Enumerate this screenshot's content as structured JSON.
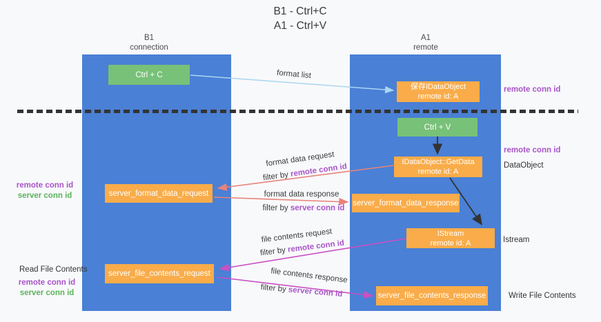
{
  "title": {
    "line1": "B1 - Ctrl+C",
    "line2": "A1 - Ctrl+V"
  },
  "lanes": {
    "left": {
      "title": "B1",
      "subtitle": "connection"
    },
    "right": {
      "title": "A1",
      "subtitle": "remote"
    }
  },
  "nodes": {
    "ctrl_c": {
      "label": "Ctrl + C"
    },
    "ctrl_v": {
      "label": "Ctrl + V"
    },
    "save_idataobject": {
      "line1": "保存IDataObject",
      "line2": "remote id: A"
    },
    "idataobject_getdata": {
      "line1": "IDataObject::GetData",
      "line2": "remote id: A"
    },
    "istream": {
      "line1": "IStream",
      "line2": "remote id: A"
    },
    "server_format_data_request": {
      "label": "server_format_data_request"
    },
    "server_format_data_response": {
      "label": "server_format_data_response"
    },
    "server_file_contents_request": {
      "label": "server_file_contents_request"
    },
    "server_file_contents_response": {
      "label": "server_file_contents_response"
    }
  },
  "edges": {
    "format_list": {
      "label": "format list"
    },
    "format_data_request": {
      "label": "format data request",
      "filter_prefix": "filter by ",
      "filter_key": "remote conn id"
    },
    "format_data_response": {
      "label": "format data response",
      "filter_prefix": "filter by ",
      "filter_key": "server conn id"
    },
    "file_contents_request": {
      "label": "file contents request",
      "filter_prefix": "filter by ",
      "filter_key": "remote conn id"
    },
    "file_contents_response": {
      "label": "file contents response",
      "filter_prefix": "filter by ",
      "filter_key": "server conn id"
    }
  },
  "annotations": {
    "right_remote_conn_id_top": "remote conn id",
    "right_remote_conn_id_mid": "remote conn id",
    "dataobject": "DataObject",
    "istream": "Istream",
    "write_file_contents": "Write File Contents",
    "left_remote_conn_id_top": "remote conn id",
    "left_server_conn_id_top": "server conn id",
    "read_file_contents": "Read File Contents",
    "left_remote_conn_id_bottom": "remote conn id",
    "left_server_conn_id_bottom": "server conn id"
  },
  "colors": {
    "lane_blue": "#4a80d5",
    "action_green": "#78c178",
    "message_orange": "#f9ac49",
    "remote_conn_purple": "#a855c8",
    "server_conn_green": "#5cb35c",
    "format_arrow_salmon": "#e8827a",
    "file_arrow_magenta": "#c850c3",
    "format_list_arrow_blue": "#a9d6f2",
    "black_arrow": "#333333",
    "background": "#f8f9fb"
  }
}
